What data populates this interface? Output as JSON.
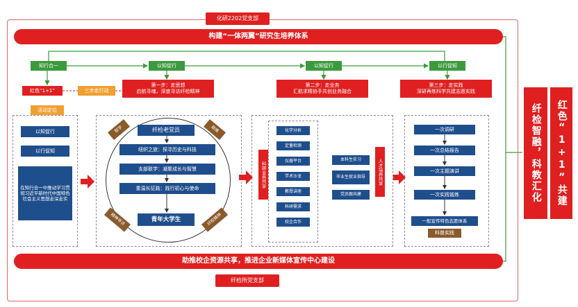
{
  "top_label": "化研2202党支部",
  "title_bar": "构建“一体两翼”研究生培养体系",
  "bottom_bar": "助推校企资源共享，推进企业新媒体宣传中心建设",
  "bottom_label": "纤检所党支部",
  "flow_steps": [
    "知行合一",
    "以知促行",
    "以知促行",
    "以行促知"
  ],
  "left_panel": {
    "red_tag": "红色“1+1”",
    "orange_tag": "三步走行动",
    "activity_tag": "活动定位",
    "items": [
      "以知促行",
      "以行促知",
      "在知行合一中推动学习贯彻习近平新时代中国特色社会主义思想走深走实"
    ]
  },
  "step1": {
    "header": "第一步：走思想\n启航寻魂，深度寻访纤检精神",
    "top_node": "纤检老党员",
    "nodes": [
      "纽织之旅：探寻历史与科技",
      "支部联学：凝聚成长与智慧",
      "重温长征路：践行初心与使命"
    ],
    "bottom_node": "青年大学生",
    "corner_tags": [
      "联学",
      "助推",
      "精神寻访",
      "纤检精神"
    ]
  },
  "step2": {
    "header": "第二步：走业务\n汇航求精协手共创业务融合",
    "side_tag_left": "科研业务共享",
    "side_tag_right": "人才培养共享",
    "left_items": [
      "化学分析",
      "定量检测",
      "仪器平台",
      "学术沙龙",
      "教授讲座",
      "科研需求",
      "校企合作"
    ],
    "right_items": [
      "本科生实习",
      "毕业生就业指导",
      "党员跟共建"
    ]
  },
  "step3": {
    "header": "第三步：走实践\n深研再练科学共建志愿实践",
    "items": [
      "一次调研",
      "一次总结报告",
      "一次主题演讲",
      "一次实践锻炼",
      "一般宣传特色志愿体系"
    ],
    "tag": "科普实践"
  },
  "right_tags": {
    "outer": "纤检智融，科教汇化",
    "inner": "红色“1+1”共建"
  },
  "colors": {
    "red": "#e02020",
    "green": "#3c9a3c",
    "orange": "#f0a030",
    "navy": "#1f4e8c",
    "brown": "#8a5a2b"
  }
}
